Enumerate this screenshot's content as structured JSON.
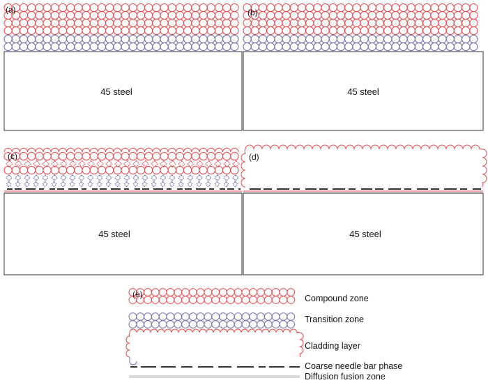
{
  "colors": {
    "compound": "#e8474b",
    "transition": "#6f6bb0",
    "needle": "#333333",
    "fusion": "#d9d9d9",
    "outline": "#333333"
  },
  "panels": {
    "a": {
      "label": "(a)",
      "substrate": "45 steel"
    },
    "b": {
      "label": "(b)",
      "substrate": "45 steel"
    },
    "c": {
      "label": "(c)",
      "substrate": "45 steel"
    },
    "d": {
      "label": "(d)",
      "substrate": "45 steel"
    }
  },
  "legend": {
    "label": "(e)",
    "items": [
      {
        "key": "compound",
        "text": "Compound zone"
      },
      {
        "key": "transition",
        "text": "Transition zone"
      },
      {
        "key": "cladding",
        "text": "Cladding layer"
      },
      {
        "key": "needle",
        "text": "Coarse needle bar phase"
      },
      {
        "key": "fusion",
        "text": "Diffusion fusion zone"
      }
    ]
  }
}
